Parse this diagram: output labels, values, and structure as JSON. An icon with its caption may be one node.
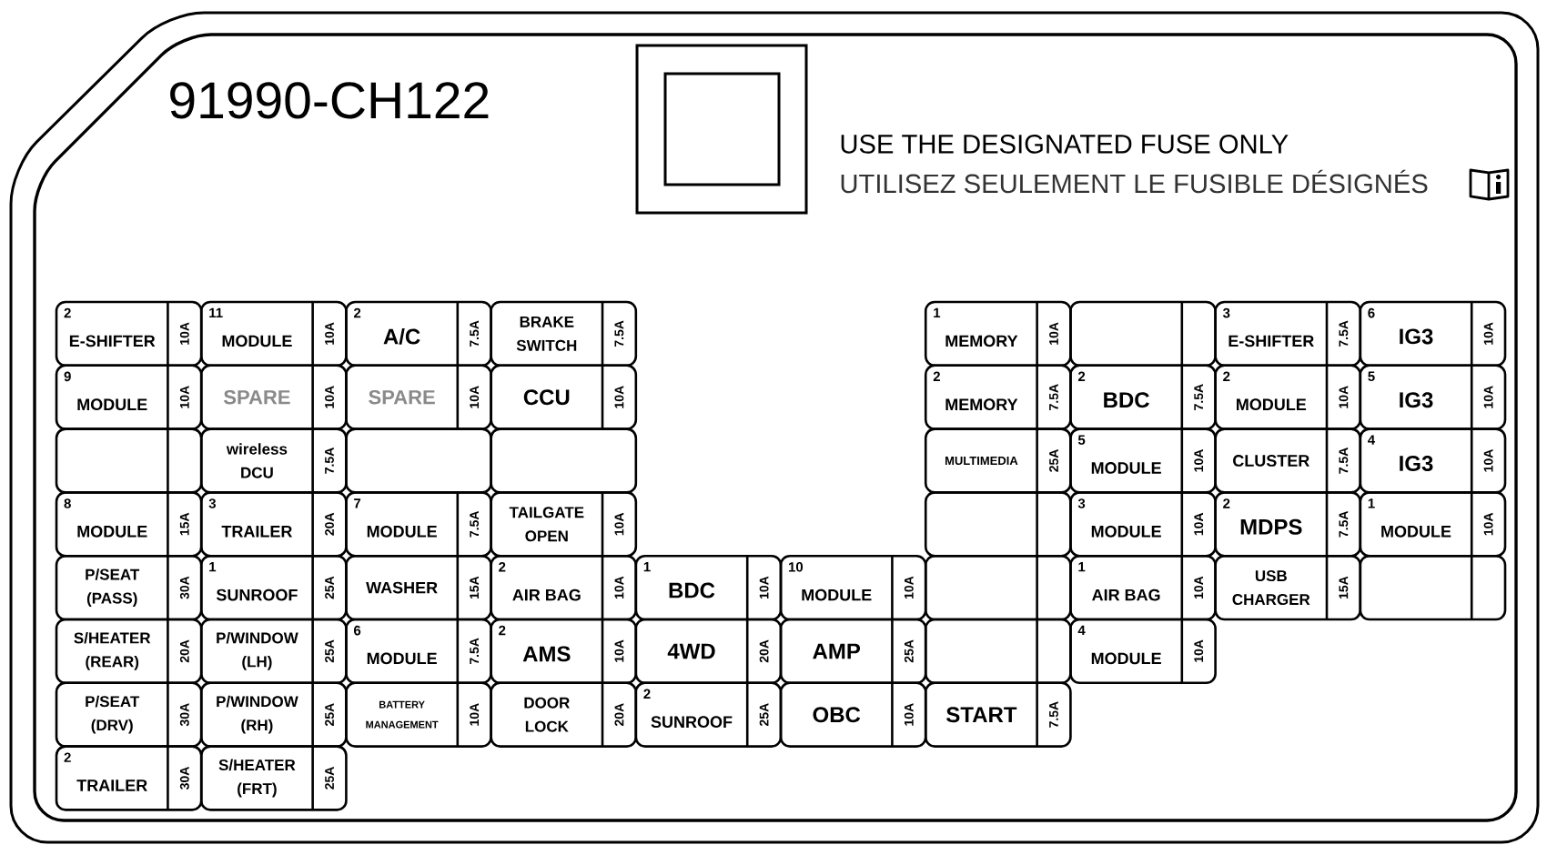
{
  "diagram": {
    "title": "91990-CH122",
    "nodes": [
      {
        "text": [
          "2",
          "E-SHIFTER",
          "10A"
        ]
      },
      {
        "text": [
          "11",
          "MODULE",
          "10A"
        ]
      },
      {
        "text": [
          "2",
          "A/C",
          "7.5A"
        ]
      },
      {
        "text": [
          "BRAKE SWITCH",
          "7.5A"
        ]
      },
      {
        "text": [
          "1",
          "MEMORY",
          "10A"
        ]
      },
      {
        "text": [],
        "shape": "box"
      },
      {
        "text": [
          "3",
          "E-SHIFTER",
          "7.5A"
        ]
      },
      {
        "text": [
          "6",
          "IG3",
          "10A"
        ]
      },
      {
        "text": [
          "9",
          "MODULE",
          "10A"
        ]
      },
      {
        "text": [
          "SPARE",
          "10A"
        ]
      },
      {
        "text": [
          "SPARE",
          "10A"
        ]
      },
      {
        "text": [
          "CCU",
          "10A"
        ]
      },
      {
        "text": [
          "2",
          "MEMORY",
          "7.5A"
        ]
      },
      {
        "text": [
          "2",
          "BDC",
          "7.5A"
        ]
      },
      {
        "text": [
          "2",
          "MODULE",
          "10A"
        ]
      },
      {
        "text": [
          "5",
          "IG3",
          "10A"
        ]
      },
      {
        "text": [],
        "shape": "box"
      },
      {
        "text": [
          "wireless DCU",
          "7.5A"
        ]
      },
      {
        "text": [],
        "shape": "box"
      },
      {
        "text": [],
        "shape": "box"
      },
      {
        "text": [
          "MULTIMEDIA",
          "25A"
        ]
      },
      {
        "text": [
          "5",
          "MODULE",
          "10A"
        ]
      },
      {
        "text": [
          "CLUSTER",
          "7.5A"
        ]
      },
      {
        "text": [
          "4",
          "IG3",
          "10A"
        ]
      },
      {
        "text": [
          "8",
          "MODULE",
          "15A"
        ]
      },
      {
        "text": [
          "3",
          "TRAILER",
          "20A"
        ]
      },
      {
        "text": [
          "7",
          "MODULE",
          "7.5A"
        ]
      },
      {
        "text": [
          "TAILGATE OPEN",
          "10A"
        ]
      },
      {
        "text": [],
        "shape": "box"
      },
      {
        "text": [
          "3",
          "MODULE",
          "10A"
        ]
      },
      {
        "text": [
          "2",
          "MDPS",
          "7.5A"
        ]
      },
      {
        "text": [
          "1",
          "MODULE",
          "10A"
        ]
      },
      {
        "text": [
          "P/SEAT (PASS)",
          "30A"
        ]
      },
      {
        "text": [
          "1",
          "SUNROOF",
          "25A"
        ]
      },
      {
        "text": [
          "WASHER",
          "15A"
        ]
      },
      {
        "text": [
          "2",
          "AIR BAG",
          "10A"
        ]
      },
      {
        "text": [
          "1",
          "BDC",
          "10A"
        ]
      },
      {
        "text": [
          "10",
          "MODULE",
          "10A"
        ]
      },
      {
        "text": [],
        "shape": "box"
      },
      {
        "text": [
          "1",
          "AIR BAG",
          "10A"
        ]
      },
      {
        "text": [
          "USB CHARGER",
          "15A"
        ]
      },
      {
        "text": [],
        "shape": "box"
      },
      {
        "text": [
          "S/HEATER (REAR)",
          "20A"
        ]
      },
      {
        "text": [
          "P/WINDOW (LH)",
          "25A"
        ]
      },
      {
        "text": [
          "6",
          "MODULE",
          "7.5A"
        ]
      },
      {
        "text": [
          "2",
          "AMS",
          "10A"
        ]
      },
      {
        "text": [
          "4WD",
          "20A"
        ]
      },
      {
        "text": [
          "AMP",
          "25A"
        ]
      },
      {
        "text": [],
        "shape": "box"
      },
      {
        "text": [
          "4",
          "MODULE",
          "10A"
        ]
      },
      {
        "text": [
          "P/SEAT (DRV)",
          "30A"
        ]
      },
      {
        "text": [
          "P/WINDOW (RH)",
          "25A"
        ]
      },
      {
        "text": [
          "BATTERY MANAGEMENT",
          "10A"
        ]
      },
      {
        "text": [
          "DOOR LOCK",
          "20A"
        ]
      },
      {
        "text": [
          "2",
          "SUNROOF",
          "25A"
        ]
      },
      {
        "text": [
          "OBC",
          "10A"
        ]
      },
      {
        "text": [
          "START",
          "7.5A"
        ]
      },
      {
        "text": [
          "2",
          "TRAILER",
          "30A"
        ]
      },
      {
        "text": [
          "S/HEATER (FRT)",
          "25A"
        ]
      }
    ],
    "labels": [
      "USE THE DESIGNATED FUSE ONLY",
      "UTILISEZ SEULEMENT LE FUSIBLE DÉSIGNÉS"
    ]
  }
}
